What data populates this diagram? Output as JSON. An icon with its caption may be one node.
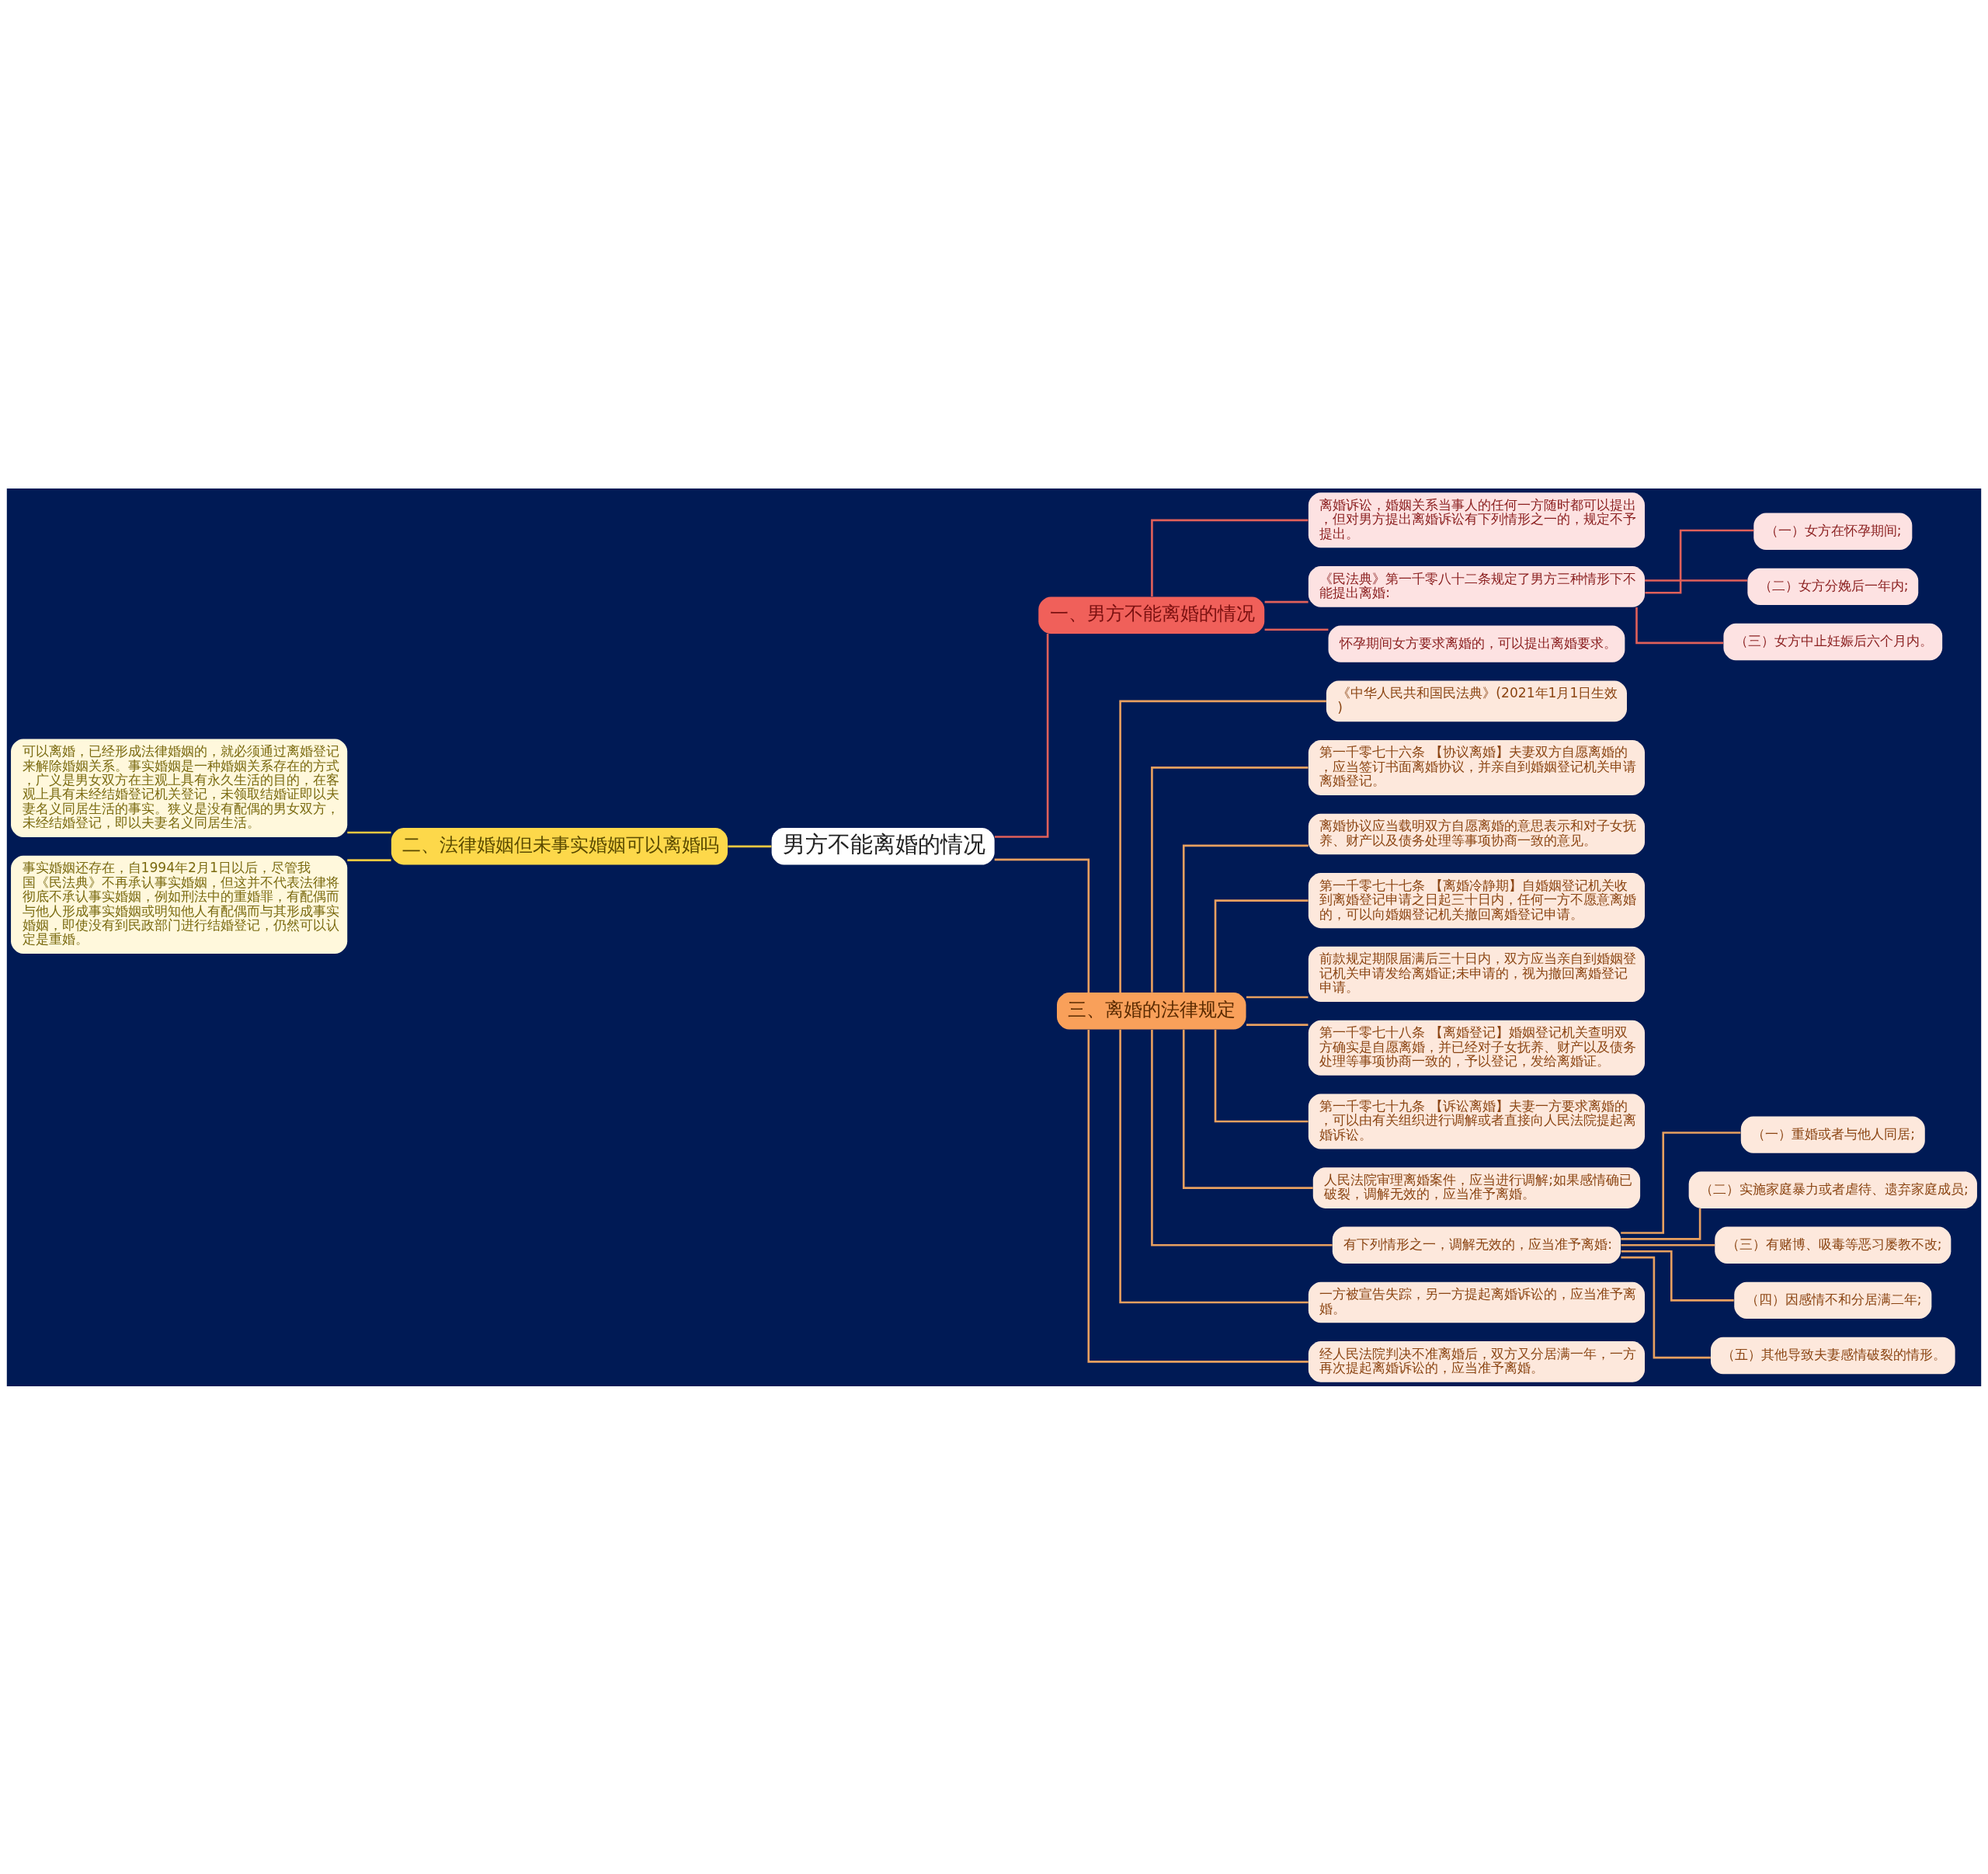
{
  "diagram": {
    "nodes": [
      {
        "text": [
          "男方不能离婚的情况"
        ]
      },
      {
        "text": [
          "一、男方不能离婚的情况"
        ]
      },
      {
        "text": [
          "离婚诉讼，婚姻关系当事人的任何一方随时都可以提出，但对男方提出离婚诉讼有下列情形之一的，规定不予提出。"
        ]
      },
      {
        "text": [
          "《民法典》第一千零八十二条规定了男方三种情形下不能提出离婚:"
        ]
      },
      {
        "text": [
          "（一）女方在怀孕期间;"
        ]
      },
      {
        "text": [
          "（二）女方分娩后一年内;"
        ]
      },
      {
        "text": [
          "（三）女方中止妊娠后六个月内。"
        ]
      },
      {
        "text": [
          "怀孕期间女方要求离婚的，可以提出离婚要求。"
        ]
      },
      {
        "text": [
          "三、离婚的法律规定"
        ]
      },
      {
        "text": [
          "《中华人民共和国民法典》(2021年1月1日生效)"
        ]
      },
      {
        "text": [
          "第一千零七十六条 【协议离婚】夫妻双方自愿离婚的，应当签订书面离婚协议，并亲自到婚姻登记机关申请离婚登记。"
        ]
      },
      {
        "text": [
          "离婚协议应当载明双方自愿离婚的意思表示和对子女抚养、财产以及债务处理等事项协商一致的意见。"
        ]
      },
      {
        "text": [
          "第一千零七十七条 【离婚冷静期】自婚姻登记机关收到离婚登记申请之日起三十日内，任何一方不愿意离婚的，可以向婚姻登记机关撤回离婚登记申请。"
        ]
      },
      {
        "text": [
          "前款规定期限届满后三十日内，双方应当亲自到婚姻登记机关申请发给离婚证;未申请的，视为撤回离婚登记申请。"
        ]
      },
      {
        "text": [
          "第一千零七十八条 【离婚登记】婚姻登记机关查明双方确实是自愿离婚，并已经对子女抚养、财产以及债务处理等事项协商一致的，予以登记，发给离婚证。"
        ]
      },
      {
        "text": [
          "第一千零七十九条 【诉讼离婚】夫妻一方要求离婚的，可以由有关组织进行调解或者直接向人民法院提起离婚诉讼。"
        ]
      },
      {
        "text": [
          "人民法院审理离婚案件，应当进行调解;如果感情确已破裂，调解无效的，应当准予离婚。"
        ]
      },
      {
        "text": [
          "有下列情形之一，调解无效的，应当准予离婚:"
        ]
      },
      {
        "text": [
          "（一）重婚或者与他人同居;"
        ]
      },
      {
        "text": [
          "（二）实施家庭暴力或者虐待、遗弃家庭成员;"
        ]
      },
      {
        "text": [
          "（三）有赌博、吸毒等恶习屡教不改;"
        ]
      },
      {
        "text": [
          "（四）因感情不和分居满二年;"
        ]
      },
      {
        "text": [
          "（五）其他导致夫妻感情破裂的情形。"
        ]
      },
      {
        "text": [
          "一方被宣告失踪，另一方提起离婚诉讼的，应当准予离婚。"
        ]
      },
      {
        "text": [
          "经人民法院判决不准离婚后，双方又分居满一年，一方再次提起离婚诉讼的，应当准予离婚。"
        ]
      },
      {
        "text": [
          "二、法律婚姻但未事实婚姻可以离婚吗"
        ]
      },
      {
        "text": [
          "可以离婚，已经形成法律婚姻的，就必须通过离婚登记来解除婚姻关系。事实婚姻是一种婚姻关系存在的方式，广义是男女双方在主观上具有永久生活的目的，在客观上具有未经结婚登记机关登记，未领取结婚证即以夫妻名义同居生活的事实。狭义是没有配偶的男女双方，未经结婚登记，即以夫妻名义同居生活。"
        ]
      },
      {
        "text": [
          "事实婚姻还存在，自1994年2月1日以后，尽管我国《民法典》不再承认事实婚姻，但这并不代表法律将彻底不承认事实婚姻，例如刑法中的重婚罪，有配偶而与他人形成事实婚姻或明知他人有配偶而与其形成事实婚姻，即使没有到民政部门进行结婚登记，仍然可以认定是重婚。"
        ]
      }
    ],
    "edges": [
      {
        "from": 0,
        "to": 1,
        "arrow": "none",
        "color": "#e0605a"
      },
      {
        "from": 1,
        "to": 2,
        "arrow": "none",
        "color": "#e0605a"
      },
      {
        "from": 1,
        "to": 3,
        "arrow": "none",
        "color": "#e0605a"
      },
      {
        "from": 3,
        "to": 4,
        "arrow": "none",
        "color": "#e0605a"
      },
      {
        "from": 3,
        "to": 5,
        "arrow": "none",
        "color": "#e0605a"
      },
      {
        "from": 3,
        "to": 6,
        "arrow": "none",
        "color": "#e0605a"
      },
      {
        "from": 1,
        "to": 7,
        "arrow": "none",
        "color": "#e0605a"
      },
      {
        "from": 0,
        "to": 8,
        "arrow": "none"
      },
      {
        "from": 8,
        "to": 9,
        "arrow": "none"
      },
      {
        "from": 8,
        "to": 10,
        "arrow": "none"
      },
      {
        "from": 8,
        "to": 11,
        "arrow": "none"
      },
      {
        "from": 8,
        "to": 12,
        "arrow": "none"
      },
      {
        "from": 8,
        "to": 13,
        "arrow": "none"
      },
      {
        "from": 8,
        "to": 14,
        "arrow": "none"
      },
      {
        "from": 8,
        "to": 15,
        "arrow": "none"
      },
      {
        "from": 8,
        "to": 16,
        "arrow": "none"
      },
      {
        "from": 8,
        "to": 17,
        "arrow": "none"
      },
      {
        "from": 17,
        "to": 18,
        "arrow": "none"
      },
      {
        "from": 17,
        "to": 19,
        "arrow": "none"
      },
      {
        "from": 17,
        "to": 20,
        "arrow": "none"
      },
      {
        "from": 17,
        "to": 21,
        "arrow": "none"
      },
      {
        "from": 17,
        "to": 22,
        "arrow": "none"
      },
      {
        "from": 8,
        "to": 23,
        "arrow": "none"
      },
      {
        "from": 8,
        "to": 24,
        "arrow": "none"
      },
      {
        "from": 0,
        "to": 25,
        "arrow": "none",
        "color": "#f0c840"
      },
      {
        "from": 25,
        "to": 26,
        "arrow": "none",
        "color": "#f0c840"
      },
      {
        "from": 25,
        "to": 27,
        "arrow": "none",
        "color": "#f0c840"
      }
    ]
  }
}
